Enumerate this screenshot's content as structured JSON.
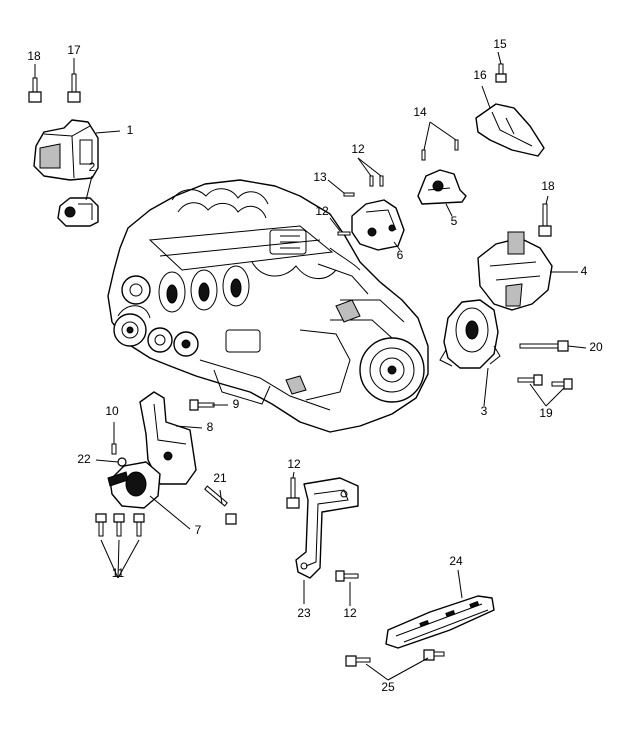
{
  "callouts": [
    {
      "id": "1",
      "label": "1"
    },
    {
      "id": "2",
      "label": "2"
    },
    {
      "id": "3",
      "label": "3"
    },
    {
      "id": "4",
      "label": "4"
    },
    {
      "id": "5",
      "label": "5"
    },
    {
      "id": "6",
      "label": "6"
    },
    {
      "id": "7",
      "label": "7"
    },
    {
      "id": "8",
      "label": "8"
    },
    {
      "id": "9",
      "label": "9"
    },
    {
      "id": "10",
      "label": "10"
    },
    {
      "id": "11",
      "label": "11"
    },
    {
      "id": "12a",
      "label": "12"
    },
    {
      "id": "12b",
      "label": "12"
    },
    {
      "id": "12c",
      "label": "12"
    },
    {
      "id": "12d",
      "label": "12"
    },
    {
      "id": "13",
      "label": "13"
    },
    {
      "id": "14",
      "label": "14"
    },
    {
      "id": "15",
      "label": "15"
    },
    {
      "id": "16",
      "label": "16"
    },
    {
      "id": "17",
      "label": "17"
    },
    {
      "id": "18a",
      "label": "18"
    },
    {
      "id": "18b",
      "label": "18"
    },
    {
      "id": "19",
      "label": "19"
    },
    {
      "id": "20",
      "label": "20"
    },
    {
      "id": "21",
      "label": "21"
    },
    {
      "id": "22",
      "label": "22"
    },
    {
      "id": "23",
      "label": "23"
    },
    {
      "id": "24",
      "label": "24"
    },
    {
      "id": "25",
      "label": "25"
    }
  ]
}
